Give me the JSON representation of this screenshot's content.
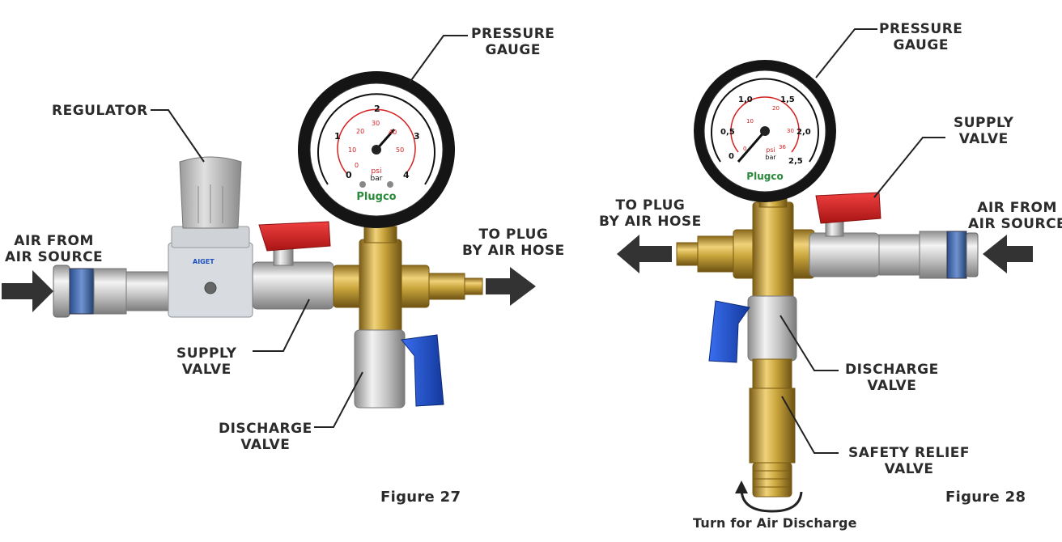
{
  "figure_27": {
    "caption": "Figure 27",
    "labels": {
      "regulator": [
        "REGULATOR"
      ],
      "pressure_gauge": [
        "PRESSURE",
        "GAUGE"
      ],
      "air_from_air_source": [
        "AIR FROM",
        "AIR SOURCE"
      ],
      "to_plug_by_air_hose": [
        "TO PLUG",
        "BY AIR HOSE"
      ],
      "supply_valve": [
        "SUPPLY",
        "VALVE"
      ],
      "discharge_valve": [
        "DISCHARGE",
        "VALVE"
      ]
    },
    "gauge": {
      "bar_ticks": [
        "0",
        "1",
        "2",
        "3",
        "4"
      ],
      "psi_ticks": [
        "0",
        "10",
        "20",
        "30",
        "40",
        "50"
      ],
      "unit_psi": "psi",
      "unit_bar": "bar",
      "brand": "Plugco"
    }
  },
  "figure_28": {
    "caption": "Figure 28",
    "labels": {
      "pressure_gauge": [
        "PRESSURE",
        "GAUGE"
      ],
      "supply_valve": [
        "SUPPLY",
        "VALVE"
      ],
      "to_plug_by_air_hose": [
        "TO PLUG",
        "BY AIR HOSE"
      ],
      "air_from_air_source": [
        "AIR FROM",
        "AIR SOURCE"
      ],
      "discharge_valve": [
        "DISCHARGE",
        "VALVE"
      ],
      "safety_relief_valve": [
        "SAFETY RELIEF",
        "VALVE"
      ],
      "turn_for_air_discharge": "Turn for Air Discharge"
    },
    "gauge": {
      "bar_ticks": [
        "0",
        "0,5",
        "1,0",
        "1,5",
        "2,0",
        "2,5"
      ],
      "psi_ticks": [
        "0",
        "10",
        "20",
        "30",
        "36"
      ],
      "unit_psi": "psi",
      "unit_bar": "bar",
      "brand": "Plugco"
    }
  },
  "colors": {
    "brass": "#c9a53c",
    "chrome": "#c8c8c8",
    "red_handle": "#d42020",
    "blue_handle": "#1b4fc4",
    "label_text": "#2b2b2b",
    "arrow": "#333333"
  }
}
